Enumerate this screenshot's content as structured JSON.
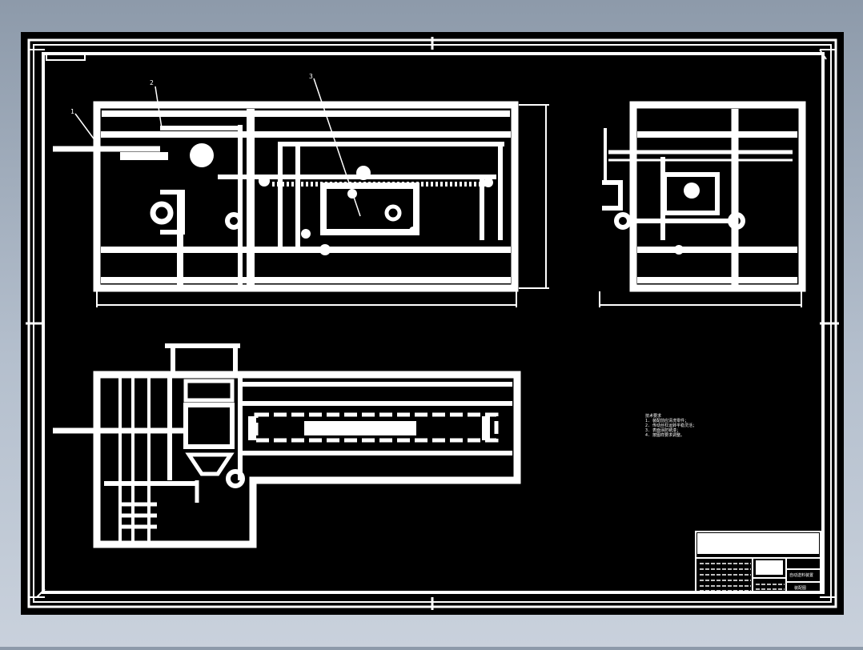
{
  "colors": {
    "paper": "#000000",
    "ink": "#ffffff",
    "viewer_background": "#a7b2c0"
  },
  "balloons": [
    "1",
    "2",
    "3"
  ],
  "technical_requirements": [
    "技术要求",
    "1. 装配前应清洗零件；",
    "2. 传动丝杠运转平稳灵活；",
    "3. 表面涂防锈漆；",
    "4. 按图样要求调整。"
  ],
  "title_block": {
    "title": "自动送料装置",
    "drawing_number": "装配图"
  }
}
